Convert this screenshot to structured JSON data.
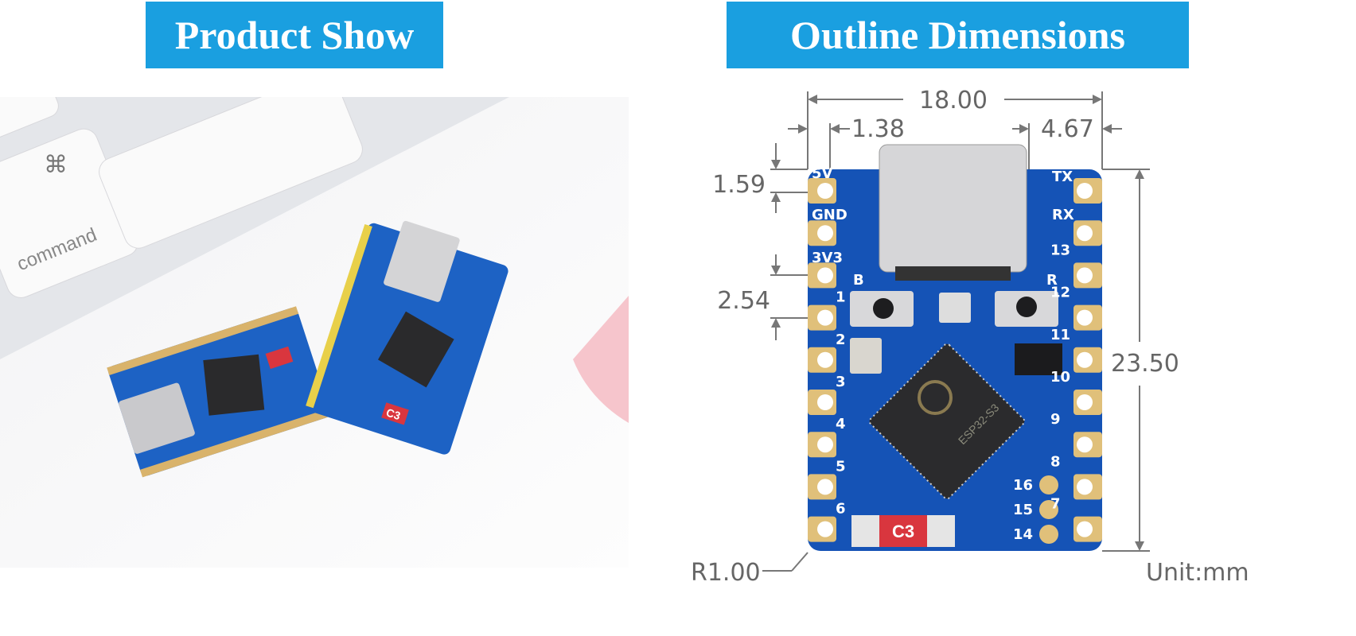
{
  "left_panel": {
    "title": "Product Show",
    "photo": {
      "keyboard_key_symbol": "⌘",
      "keyboard_key_label": "command",
      "board_label": "C3"
    }
  },
  "right_panel": {
    "title": "Outline Dimensions",
    "dimensions": {
      "width": "18.00",
      "usb_offset_left": "1.38",
      "usb_offset_right": "4.67",
      "top_margin": "1.59",
      "pin_pitch": "2.54",
      "height": "23.50",
      "corner_radius": "R1.00",
      "unit": "Unit:mm"
    },
    "board": {
      "left_pins": [
        "5V",
        "GND",
        "3V3",
        "1",
        "2",
        "3",
        "4",
        "5",
        "6"
      ],
      "right_pins": [
        "TX",
        "RX",
        "13",
        "12",
        "11",
        "10",
        "9",
        "8",
        "7"
      ],
      "inner_pins": [
        "16",
        "15",
        "14"
      ],
      "button_labels": [
        "B",
        "R"
      ],
      "chip_marking": "ESP32-S3",
      "silk_label": "C3"
    },
    "colors": {
      "pcb": "#1553b6",
      "pad": "#e0c07a",
      "banner": "#1a9fe0",
      "label_red": "#d9363e"
    }
  }
}
